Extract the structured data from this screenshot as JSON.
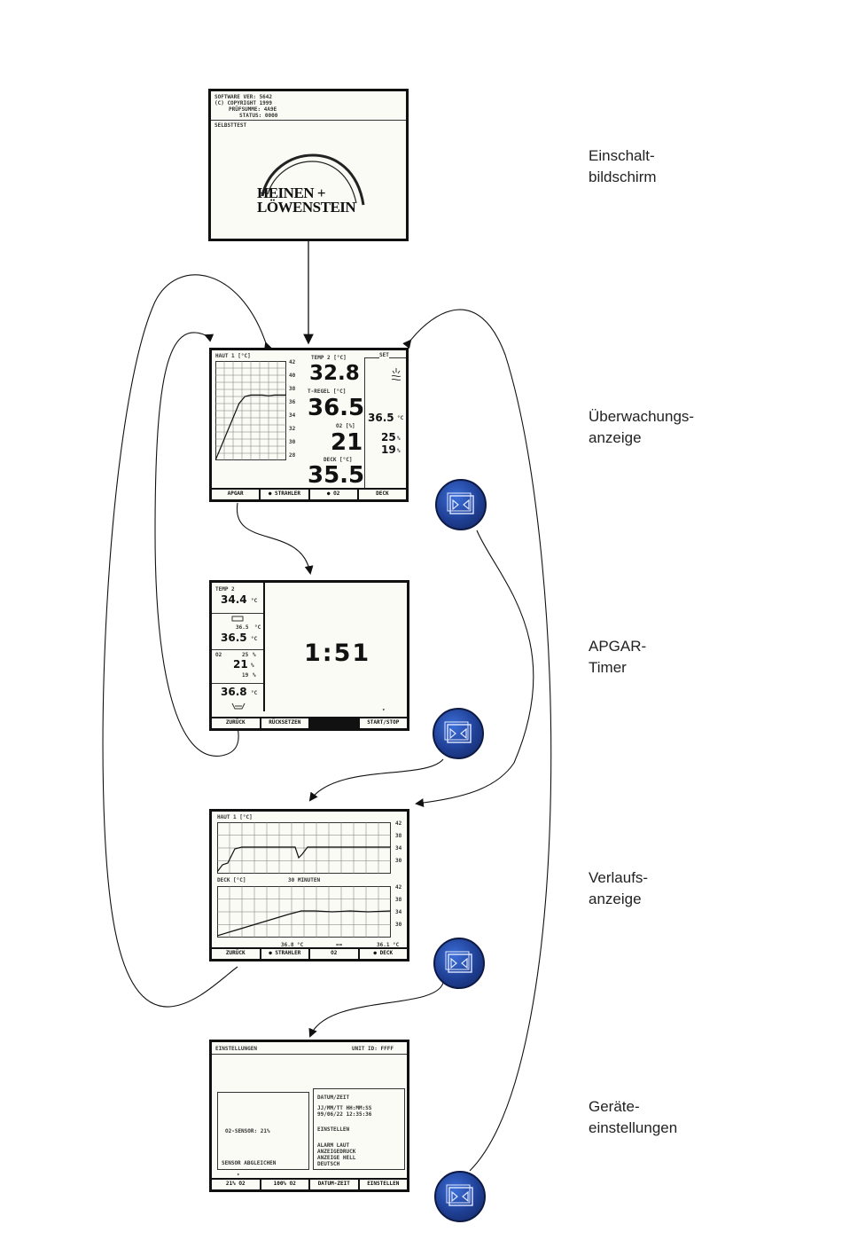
{
  "captions": {
    "startup": "Einschalt-\nbildschirm",
    "monitoring": "Überwachungs-\nanzeige",
    "apgar": "APGAR-\nTimer",
    "trend": "Verlaufs-\nanzeige",
    "settings": "Geräte-\neinstellungen"
  },
  "startup_screen": {
    "software_line": "SOFTWARE VER: 5642",
    "copyright_line": "(C) COPYRIGHT 1999",
    "checksum_line": "PRÜFSUMME: 4A9E",
    "status_line": "STATUS: 0000",
    "selftest": "SELBSTTEST",
    "logo_line1": "HEINEN +",
    "logo_line2": "LÖWENSTEIN"
  },
  "monitoring_screen": {
    "chart_title": "HAUT 1 [°C]",
    "y_ticks": [
      "42",
      "40",
      "38",
      "36",
      "34",
      "32",
      "30",
      "28"
    ],
    "temp2_label": "TEMP 2 [°C]",
    "temp2_value": "32.8",
    "tregel_label": "T-REGEL [°C]",
    "tregel_value": "36.5",
    "o2_label": "O2 [%]",
    "o2_value": "21",
    "deck_label": "DECK [°C]",
    "deck_value": "35.5",
    "side_label": "SET",
    "side_temp": "36.5",
    "side_temp_unit": "°C",
    "side_val1": "25",
    "side_val2": "19",
    "side_unit": "%",
    "softkeys": [
      "APGAR",
      "● STRAHLER",
      "●   O2",
      "DECK"
    ]
  },
  "apgar_screen": {
    "temp2_label": "TEMP 2",
    "temp2_value": "34.4",
    "unit_c": "°C",
    "set_value_small": "36.5",
    "set_value": "36.5",
    "o2_label": "O2",
    "o2_set_small": "25",
    "o2_value": "21",
    "o2_small2": "19",
    "pct": "%",
    "deck_value": "36.8",
    "timer": "1:51",
    "softkeys": [
      "ZURÜCK",
      "RÜCKSETZEN",
      "",
      "START/STOP"
    ]
  },
  "trend_screen": {
    "chart1_title": "HAUT 1 [°C]",
    "chart1_ticks": [
      "42",
      "38",
      "34",
      "30"
    ],
    "chart2_title": "DECK [°C]",
    "duration": "30 MINUTEN",
    "chart2_ticks": [
      "42",
      "38",
      "34",
      "30"
    ],
    "footer_left": "36.8 °C",
    "footer_mid": "==",
    "footer_right": "36.1 °C",
    "softkeys": [
      "ZURÜCK",
      "● STRAHLER",
      "O2",
      "●  DECK"
    ]
  },
  "settings_screen": {
    "title": "EINSTELLUNGEN",
    "unit_id": "UNIT ID: FFFF",
    "sensor_line": "O2-SENSOR:  21%",
    "calibrate": "SENSOR ABGLEICHEN",
    "date_title": "DATUM/ZEIT",
    "date_format": "JJ/MM/TT HH:MM:SS",
    "date_value": "99/06/22 12:35:36",
    "settings_title": "EINSTELLEN",
    "options": [
      "ALARM LAUT",
      "ANZEIGEDRUCK",
      "ANZEIGE HELL",
      "DEUTSCH"
    ],
    "softkeys": [
      "21% O2",
      "100% O2",
      "DATUM-ZEIT",
      "EINSTELLEN"
    ]
  },
  "monitoring_chart_data": {
    "type": "line",
    "ylim": [
      28,
      42
    ],
    "values": [
      28,
      30,
      32,
      34,
      36,
      37,
      37.2,
      37.2,
      37.2,
      37.1,
      37.2,
      37.2,
      37.2
    ]
  }
}
